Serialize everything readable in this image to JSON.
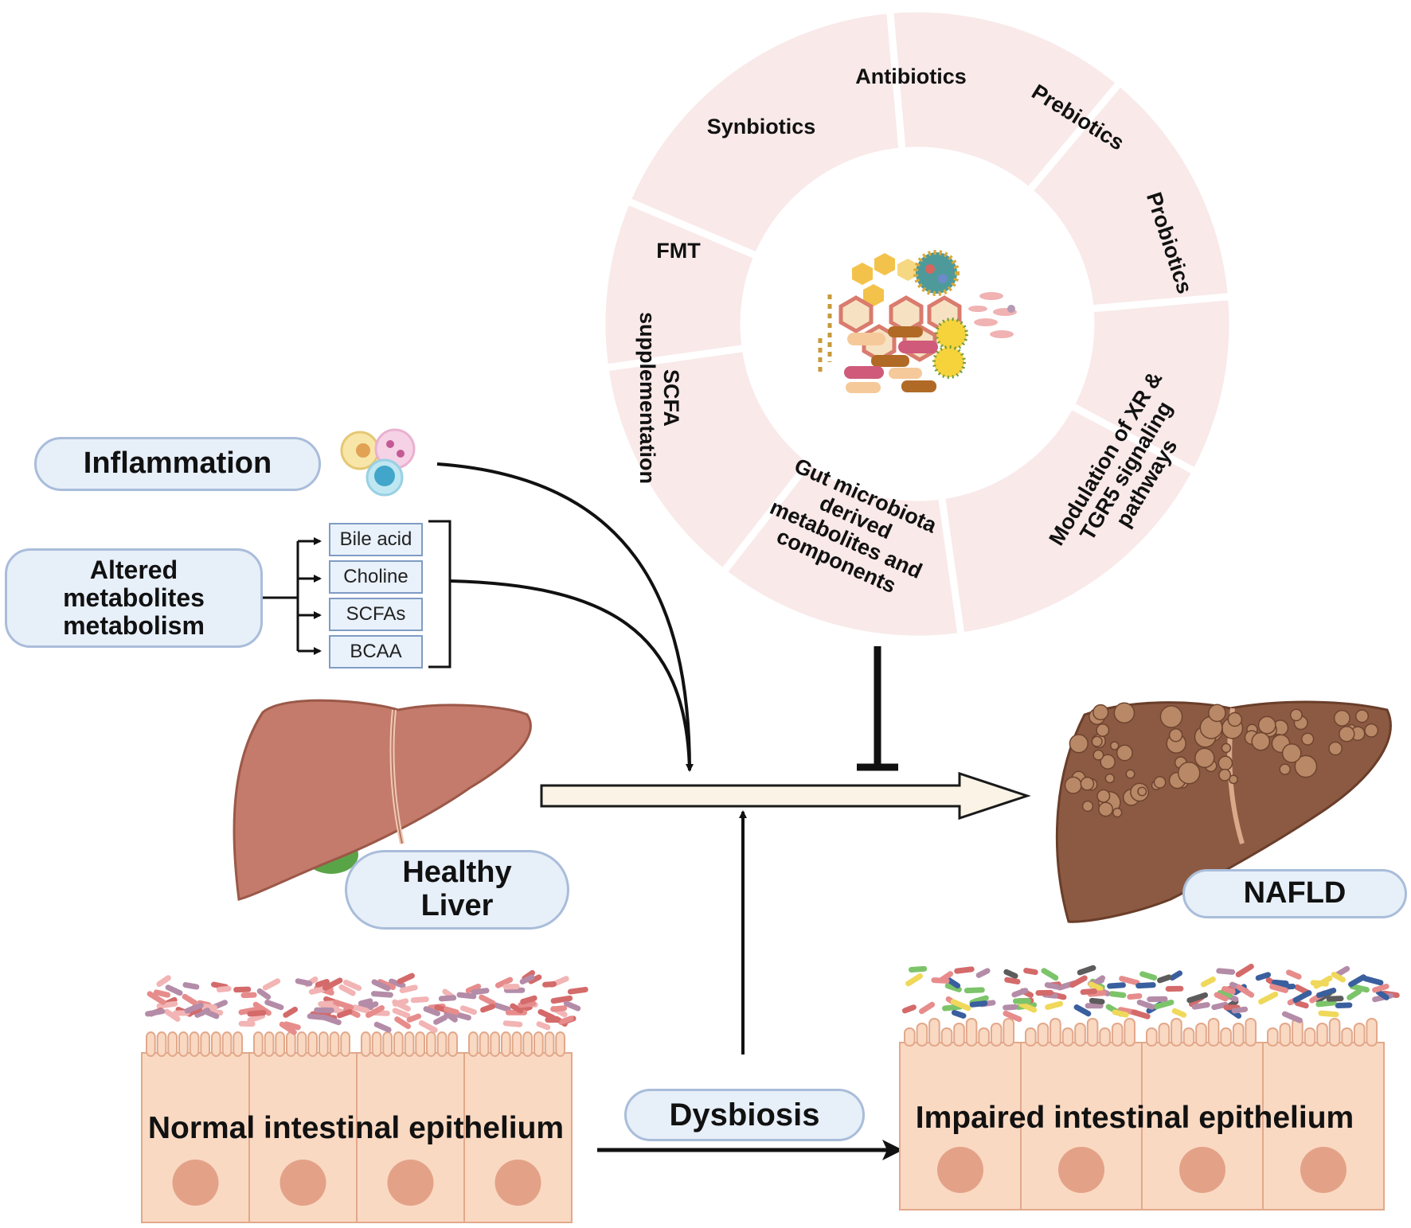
{
  "wheel": {
    "segments": [
      {
        "label": "Antibiotics"
      },
      {
        "label": "Prebiotics"
      },
      {
        "label": "Probiotics"
      },
      {
        "label": "Modulation of XR & TGR5 signaling pathways"
      },
      {
        "label": "Gut microbiota derived metabolites and components"
      },
      {
        "label": "SCFA supplementation"
      },
      {
        "label": "FMT"
      },
      {
        "label": "Synbiotics"
      }
    ],
    "colors": {
      "segment": "#f9e9e9",
      "divider": "#ffffff",
      "center": "#ffffff"
    }
  },
  "left": {
    "inflammation": "Inflammation",
    "altered_metabolites": "Altered metabolites metabolism",
    "metabolites": [
      "Bile acid",
      "Choline",
      "SCFAs",
      "BCAA"
    ]
  },
  "healthy_liver": {
    "label": "Healthy Liver",
    "color": "#c47b6c"
  },
  "nafld": {
    "label": "NAFLD",
    "color": "#8c5a42"
  },
  "dysbiosis": "Dysbiosis",
  "normal_epithelium": "Normal intestinal epithelium",
  "impaired_epithelium": "Impaired intestinal epithelium",
  "colors": {
    "pill_fill": "#e7eff9",
    "pill_border": "#a9bdda",
    "epithelium": "#fad9c3",
    "nucleus": "#e3a287",
    "progression_arrow": "#fbf4e6"
  }
}
